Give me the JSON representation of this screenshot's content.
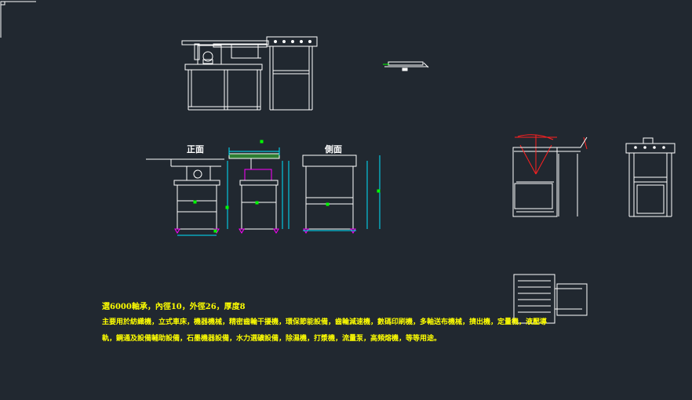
{
  "view_labels": {
    "front": "正面",
    "side": "側面"
  },
  "notes": {
    "line1": "選6000軸承，內徑10，外徑26，厚度8",
    "line2": "主要用於紡織機，立式車床，機器機械，精密齒輪干擾機，環保節能設備，齒輪減速機，數碼印刷機，多軸送布機械，擠出機，定量機，液壓導",
    "line3": "軌，鋼通及設備輔助設備，石墨機器設備，水力選礦設備，除濕機，打漿機，流量泵，高頻熔機，等等用途。"
  },
  "colors": {
    "background": "#212830",
    "lines": "#ffffff",
    "dimensions": "#00e5ff",
    "accent_green": "#00ff00",
    "accent_magenta": "#ff00ff",
    "accent_red": "#ff2020",
    "notes": "#ffff00"
  }
}
